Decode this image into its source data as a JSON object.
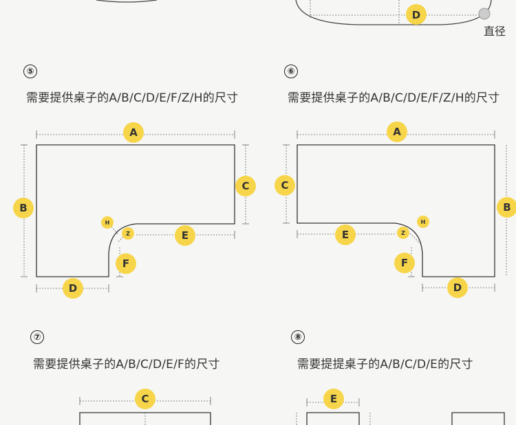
{
  "colors": {
    "shape_stroke": "#333333",
    "dim_line": "#555555",
    "marker_fill": "#f7d54a",
    "marker_text": "#333333",
    "background": "#f6f6f4"
  },
  "top_right": {
    "marker_d": "D",
    "diameter_label": "直径"
  },
  "sections": [
    {
      "id": "5",
      "number": "⑤",
      "caption": "需要提供桌子的A/B/C/D/E/F/Z/H的尺寸"
    },
    {
      "id": "6",
      "number": "⑥",
      "caption": "需要提供桌子的A/B/C/D/E/F/Z/H的尺寸"
    },
    {
      "id": "7",
      "number": "⑦",
      "caption": "需要提供桌子的A/B/C/D/E/F的尺寸"
    },
    {
      "id": "8",
      "number": "⑧",
      "caption": "需要提提桌子的A/B/C/D/E的尺寸"
    }
  ],
  "markers": {
    "s5": [
      "A",
      "B",
      "C",
      "D",
      "E",
      "F",
      "Z",
      "H"
    ],
    "s6": [
      "A",
      "B",
      "C",
      "D",
      "E",
      "F",
      "Z",
      "H"
    ],
    "s7": [
      "C"
    ],
    "s8": [
      "E"
    ]
  }
}
